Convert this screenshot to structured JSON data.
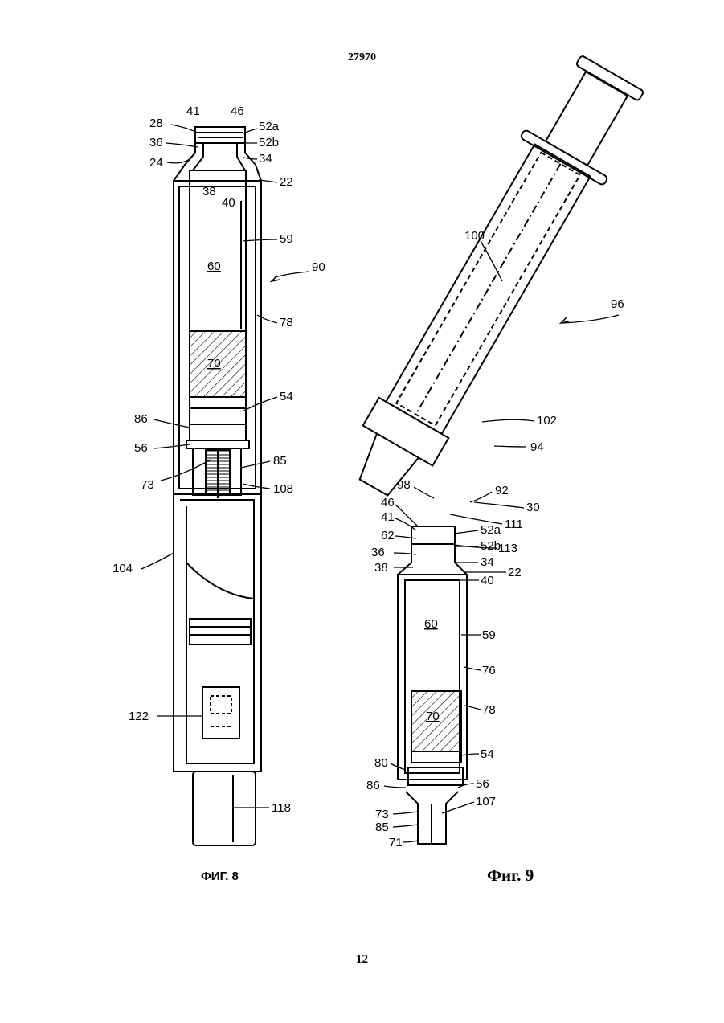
{
  "header": {
    "doc_number": "27970"
  },
  "footer": {
    "page_number": "12"
  },
  "fig8": {
    "caption": "ФИГ. 8",
    "labels": [
      "41",
      "46",
      "28",
      "52a",
      "36",
      "52b",
      "34",
      "24",
      "22",
      "38",
      "40",
      "59",
      "60",
      "90",
      "78",
      "70",
      "54",
      "86",
      "56",
      "85",
      "73",
      "108",
      "104",
      "122",
      "118"
    ]
  },
  "fig9": {
    "caption": "Фиг. 9",
    "labels": [
      "100",
      "96",
      "102",
      "94",
      "98",
      "92",
      "30",
      "46",
      "111",
      "41",
      "52a",
      "62",
      "113",
      "52b",
      "36",
      "34",
      "38",
      "22",
      "40",
      "60",
      "59",
      "76",
      "70",
      "78",
      "54",
      "80",
      "56",
      "86",
      "107",
      "73",
      "85",
      "71"
    ]
  }
}
